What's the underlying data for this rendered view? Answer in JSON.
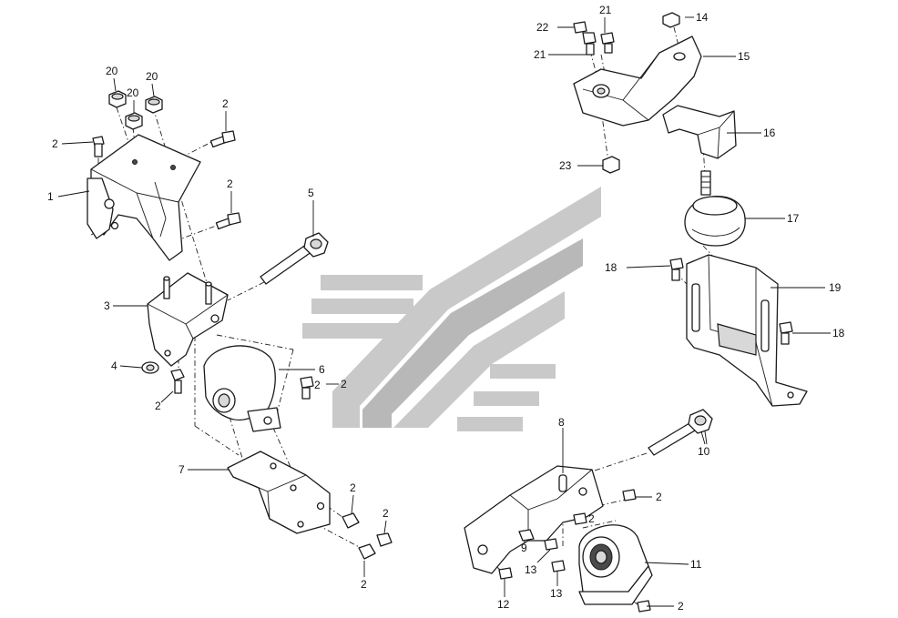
{
  "callouts": [
    {
      "id": "l1",
      "text": "1"
    },
    {
      "id": "l2a",
      "text": "2"
    },
    {
      "id": "l2b",
      "text": "2"
    },
    {
      "id": "l2c",
      "text": "2"
    },
    {
      "id": "l2d",
      "text": "2"
    },
    {
      "id": "l2e",
      "text": "2"
    },
    {
      "id": "l2f",
      "text": "2"
    },
    {
      "id": "l2g",
      "text": "2"
    },
    {
      "id": "l2h",
      "text": "2"
    },
    {
      "id": "l2i",
      "text": "2"
    },
    {
      "id": "l2j",
      "text": "2"
    },
    {
      "id": "l2k",
      "text": "2"
    },
    {
      "id": "l2l",
      "text": "2"
    },
    {
      "id": "l3",
      "text": "3"
    },
    {
      "id": "l4",
      "text": "4"
    },
    {
      "id": "l5",
      "text": "5"
    },
    {
      "id": "l6",
      "text": "6"
    },
    {
      "id": "l7",
      "text": "7"
    },
    {
      "id": "l8",
      "text": "8"
    },
    {
      "id": "l9",
      "text": "9"
    },
    {
      "id": "l10",
      "text": "10"
    },
    {
      "id": "l11",
      "text": "11"
    },
    {
      "id": "l12",
      "text": "12"
    },
    {
      "id": "l13a",
      "text": "13"
    },
    {
      "id": "l13b",
      "text": "13"
    },
    {
      "id": "l14",
      "text": "14"
    },
    {
      "id": "l15",
      "text": "15"
    },
    {
      "id": "l16",
      "text": "16"
    },
    {
      "id": "l17",
      "text": "17"
    },
    {
      "id": "l18a",
      "text": "18"
    },
    {
      "id": "l18b",
      "text": "18"
    },
    {
      "id": "l19",
      "text": "19"
    },
    {
      "id": "l20a",
      "text": "20"
    },
    {
      "id": "l20b",
      "text": "20"
    },
    {
      "id": "l20c",
      "text": "20"
    },
    {
      "id": "l21a",
      "text": "21"
    },
    {
      "id": "l21b",
      "text": "21"
    },
    {
      "id": "l22",
      "text": "22"
    },
    {
      "id": "l23",
      "text": "23"
    }
  ]
}
